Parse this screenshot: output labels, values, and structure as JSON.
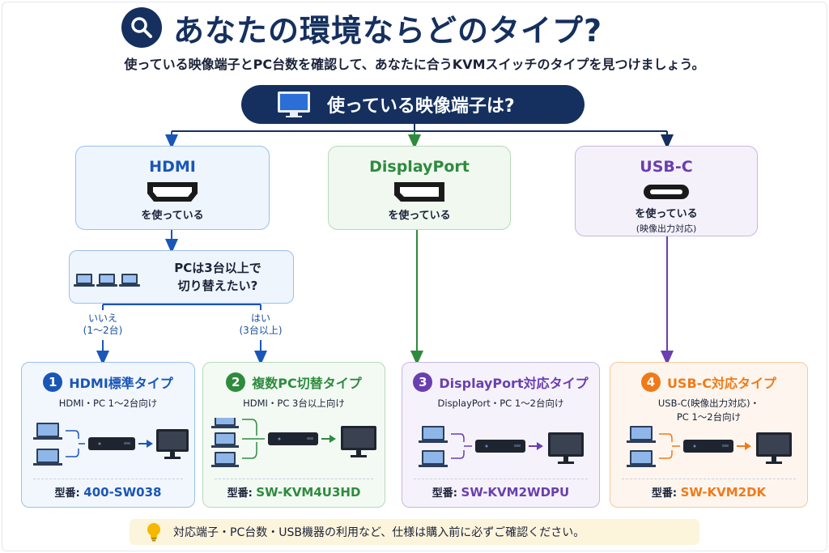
{
  "header": {
    "title": "あなたの環境ならどのタイプ?",
    "subtitle": "使っている映像端子とPC台数を確認して、あなたに合うKVMスイッチのタイプを見つけましょう。",
    "icon": "search-icon"
  },
  "question": {
    "text": "使っている映像端子は?",
    "icon": "monitor-icon"
  },
  "colors": {
    "navy": "#15305e",
    "blue": "#1a56b8",
    "green": "#2e8b3e",
    "purple": "#6a3fb0",
    "orange": "#f07a1a"
  },
  "connectors": {
    "hdmi": {
      "name": "HDMI",
      "use": "を使っている",
      "icon": "hdmi-port-icon"
    },
    "dp": {
      "name": "DisplayPort",
      "use": "を使っている",
      "icon": "displayport-icon"
    },
    "usbc": {
      "name": "USB-C",
      "use": "を使っている",
      "note": "(映像出力対応)",
      "icon": "usb-c-port-icon"
    }
  },
  "sub_question": {
    "line1": "PCは3台以上で",
    "line2": "切り替えたい?"
  },
  "branches": {
    "no": {
      "label": "いいえ",
      "detail": "(1〜2台)"
    },
    "yes": {
      "label": "はい",
      "detail": "(3台以上)"
    }
  },
  "cards": [
    {
      "num": "1",
      "title": "HDMI標準タイプ",
      "desc": "HDMI・PC 1〜2台向け",
      "model_label": "型番:",
      "model": "400-SW038"
    },
    {
      "num": "2",
      "title": "複数PC切替タイプ",
      "desc": "HDMI・PC 3台以上向け",
      "model_label": "型番:",
      "model": "SW-KVM4U3HD"
    },
    {
      "num": "3",
      "title": "DisplayPort対応タイプ",
      "desc": "DisplayPort・PC 1〜2台向け",
      "model_label": "型番:",
      "model": "SW-KVM2WDPU"
    },
    {
      "num": "4",
      "title": "USB-C対応タイプ",
      "desc": "USB-C(映像出力対応)・",
      "desc2": "PC 1〜2台向け",
      "model_label": "型番:",
      "model": "SW-KVM2DK"
    }
  ],
  "footer": {
    "text": "対応端子・PC台数・USB機器の利用など、仕様は購入前に必ずご確認ください。",
    "icon": "lightbulb-icon"
  }
}
